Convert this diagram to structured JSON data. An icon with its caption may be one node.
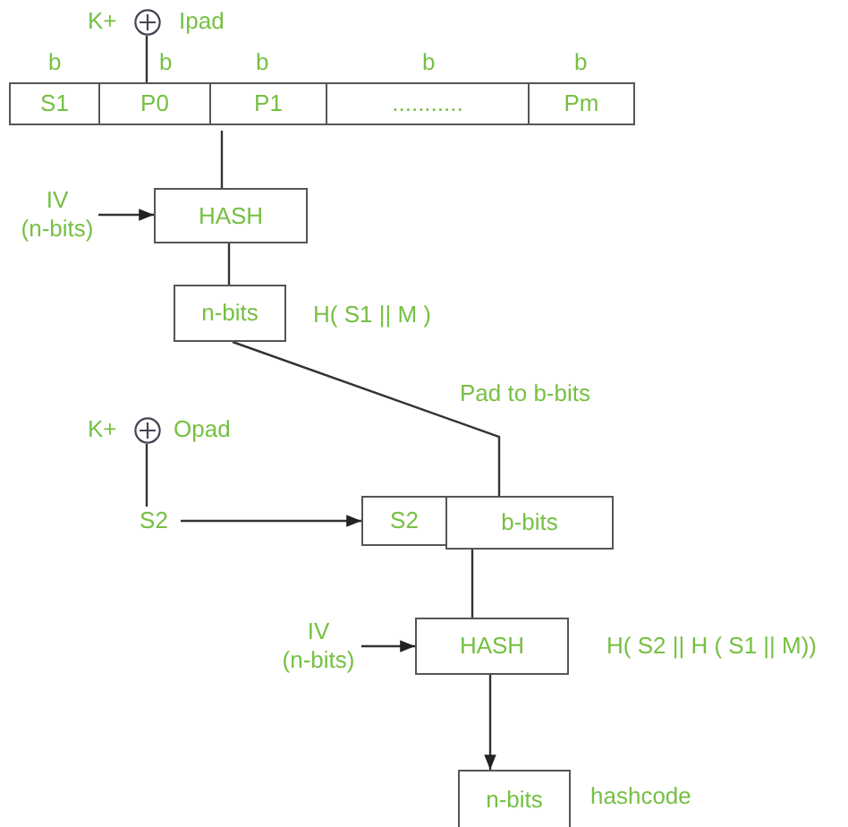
{
  "diagram": {
    "nodes": [
      {
        "text": [],
        "shape": "circle",
        "beside": [
          "K+",
          "Ipad"
        ]
      },
      {
        "text": [
          "S1"
        ],
        "beside": [
          "b"
        ]
      },
      {
        "text": [
          "P0"
        ],
        "beside": [
          "b"
        ]
      },
      {
        "text": [
          "P1"
        ],
        "beside": [
          "b"
        ]
      },
      {
        "text": [
          "..........."
        ],
        "beside": [
          "b"
        ]
      },
      {
        "text": [
          "Pm"
        ],
        "beside": [
          "b"
        ]
      },
      {
        "text": [
          "IV (n-bits)"
        ]
      },
      {
        "text": [
          "HASH"
        ]
      },
      {
        "text": [
          "n-bits"
        ],
        "beside": [
          "H( S1 || M )"
        ]
      },
      {
        "text": [],
        "shape": "circle",
        "beside": [
          "K+",
          "Opad"
        ]
      },
      {
        "text": [
          "S2"
        ]
      },
      {
        "text": [
          "S2"
        ]
      },
      {
        "text": [
          "b-bits"
        ]
      },
      {
        "text": [
          "IV (n-bits)"
        ]
      },
      {
        "text": [
          "HASH"
        ],
        "beside": [
          "H( S2 ||  H ( S1 || M))"
        ]
      },
      {
        "text": [
          "n-bits"
        ],
        "beside": [
          "hashcode"
        ]
      }
    ],
    "edges": [
      {
        "from": 0,
        "to": 2,
        "arrow": "none"
      },
      {
        "from": 3,
        "to": 7,
        "arrow": "none"
      },
      {
        "from": 6,
        "to": 7,
        "arrow": "to"
      },
      {
        "from": 7,
        "to": 8,
        "arrow": "none"
      },
      {
        "from": 8,
        "to": 12,
        "arrow": "none",
        "label": "Pad to b-bits"
      },
      {
        "from": 9,
        "to": 10,
        "arrow": "none"
      },
      {
        "from": 10,
        "to": 11,
        "arrow": "to"
      },
      {
        "from": 12,
        "to": 14,
        "arrow": "none"
      },
      {
        "from": 13,
        "to": 14,
        "arrow": "to"
      },
      {
        "from": 14,
        "to": 15,
        "arrow": "to"
      }
    ]
  }
}
